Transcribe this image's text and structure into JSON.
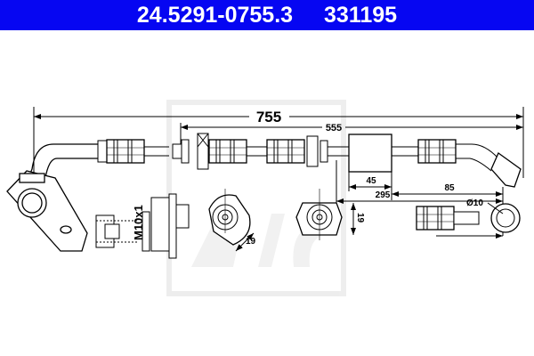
{
  "header": {
    "part_number": "24.5291-0755.3",
    "ref_number": "331195"
  },
  "dimensions": {
    "overall_length": "755",
    "inner_length": "555",
    "sleeve_length": "45",
    "offset_295": "295",
    "offset_85": "85",
    "thread": "M10x1",
    "wrench_size_a": "19",
    "wrench_size_b": "19",
    "eye_diameter": "Ø10"
  },
  "colors": {
    "header_bg": "#0606f2",
    "line": "#000000",
    "watermark": "#e6e6e6"
  }
}
